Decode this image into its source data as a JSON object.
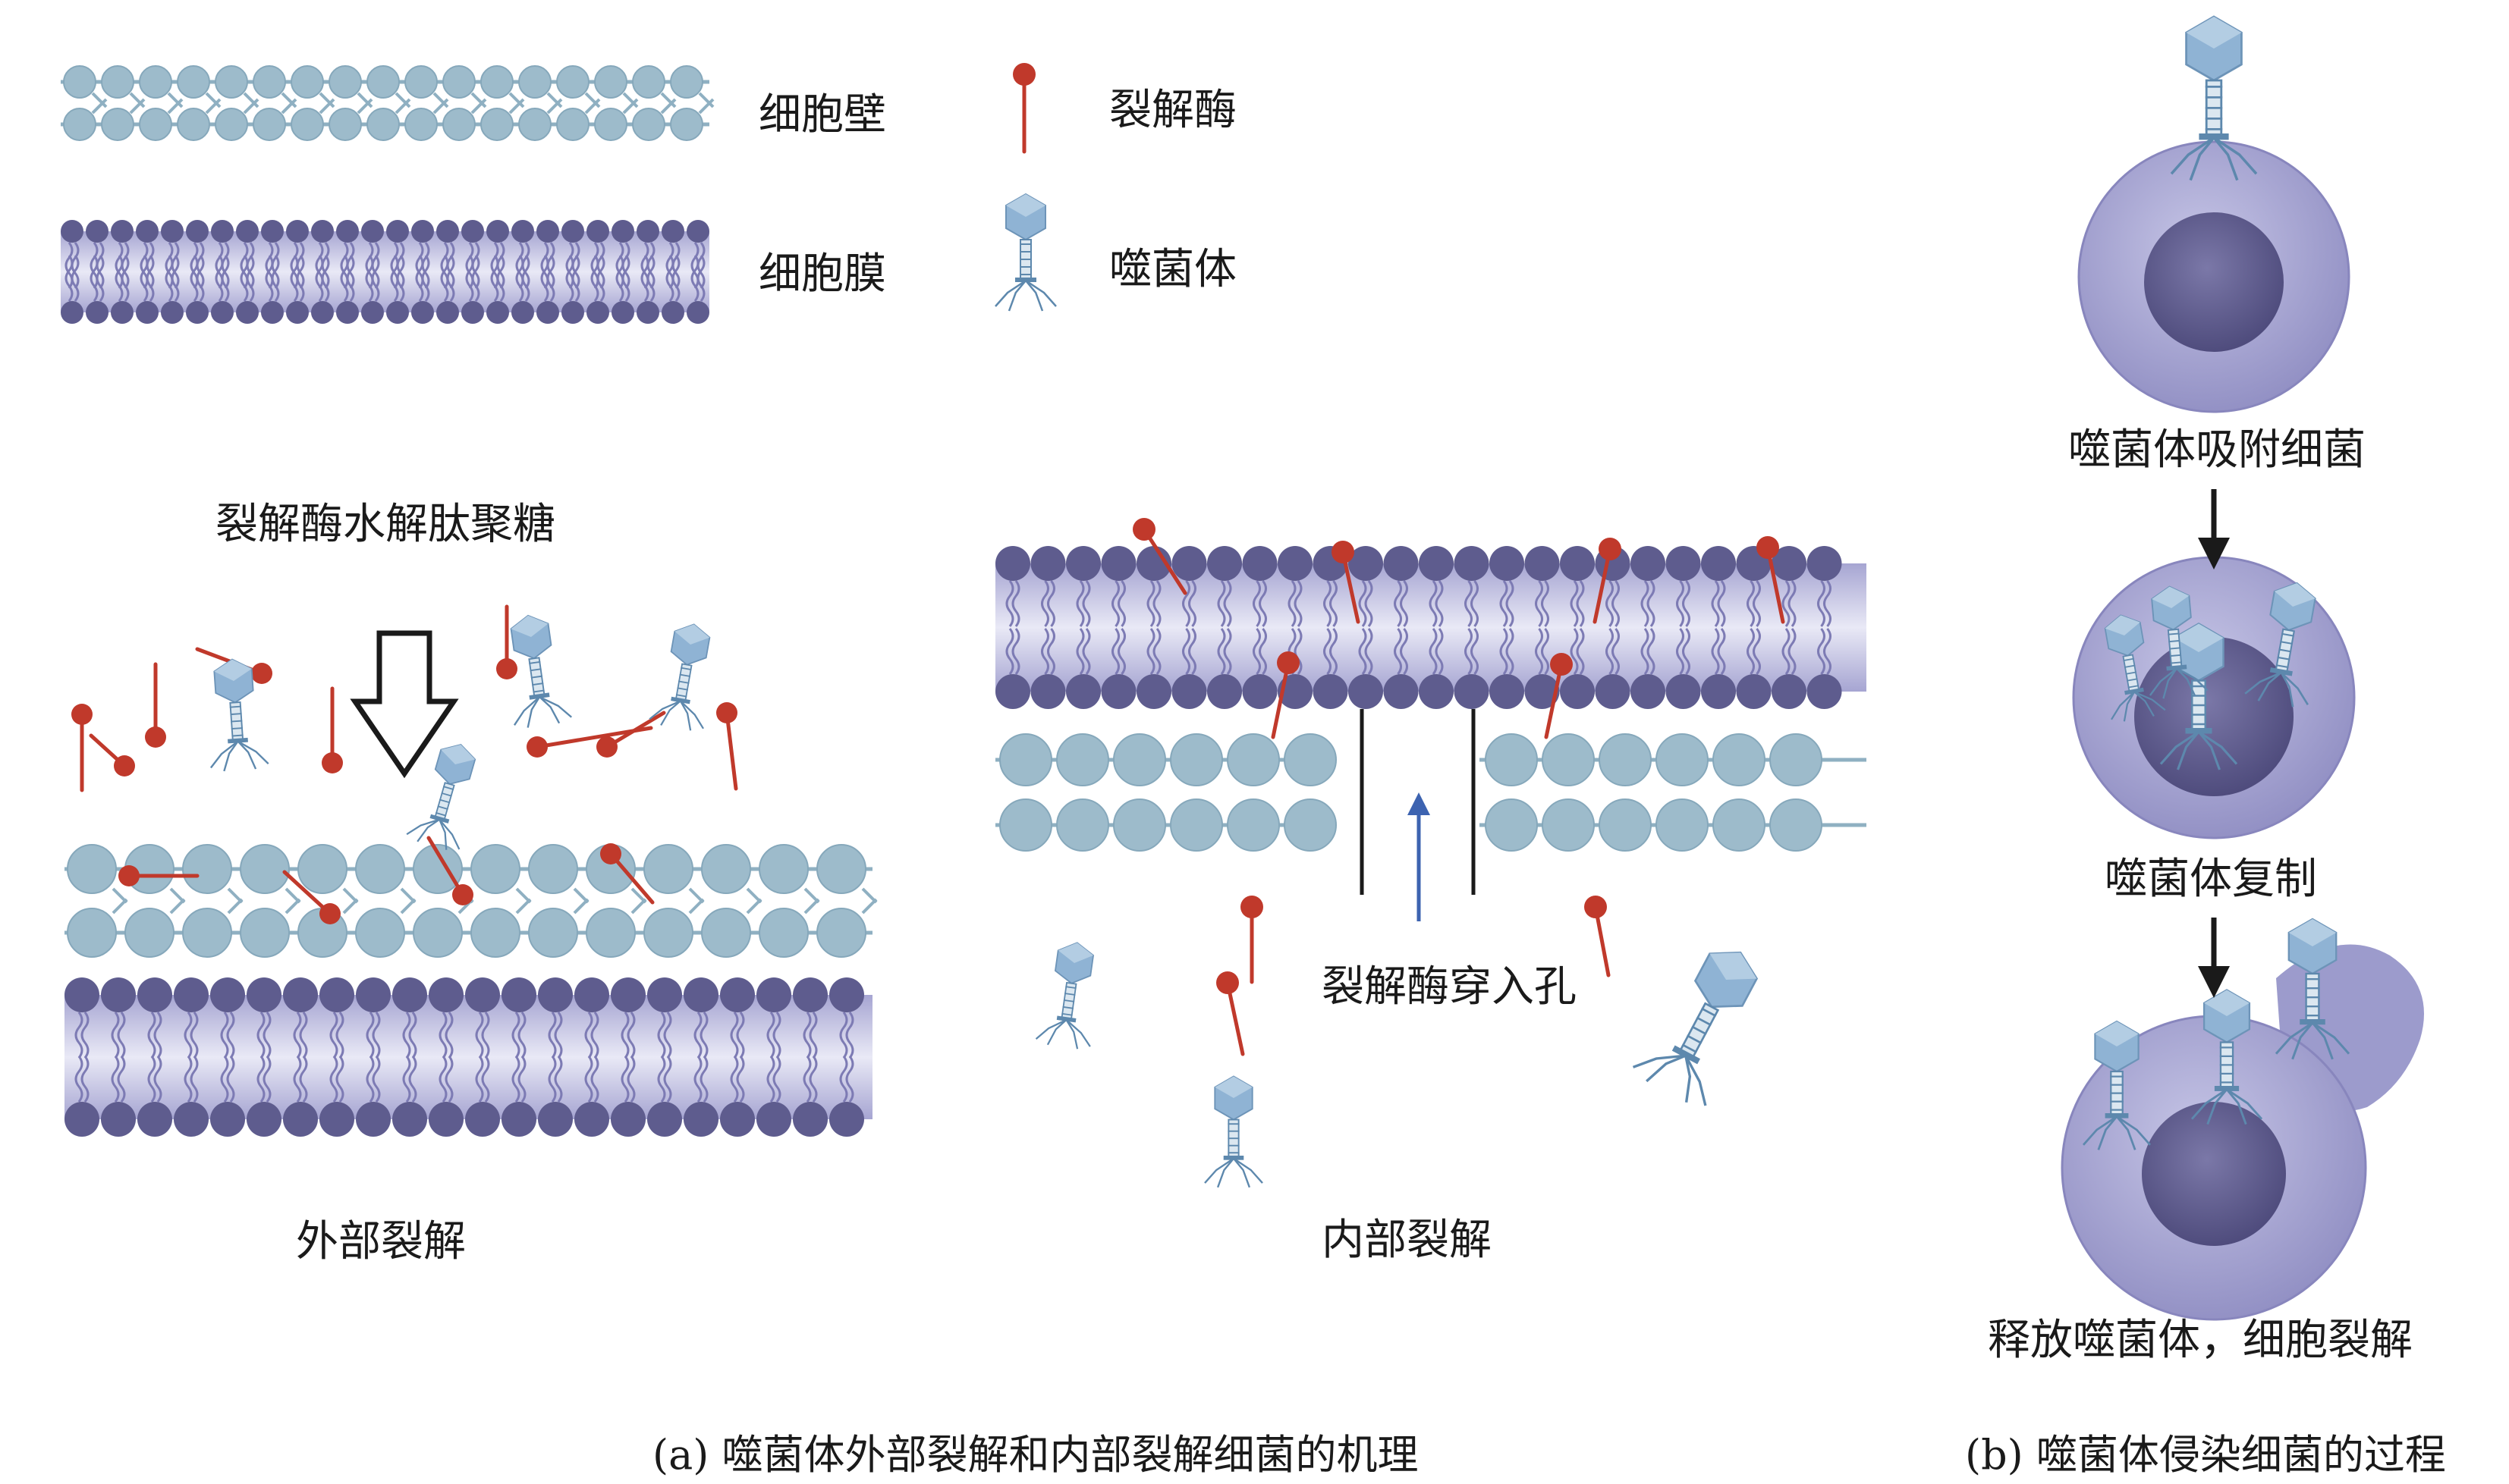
{
  "legend": {
    "cell_wall": "细胞壁",
    "cell_membrane": "细胞膜",
    "lysin": "裂解酶",
    "phage": "噬菌体"
  },
  "panel_a": {
    "peptidoglycan_hydrolysis": "裂解酶水解肽聚糖",
    "external_lysis": "外部裂解",
    "pore_entry": "裂解酶穿入孔",
    "internal_lysis": "内部裂解",
    "caption": "(a) 噬菌体外部裂解和内部裂解细菌的机理"
  },
  "panel_b": {
    "step1": "噬菌体吸附细菌",
    "step2": "噬菌体复制",
    "step3": "释放噬菌体，细胞裂解",
    "caption": "(b) 噬菌体侵染细菌的过程"
  },
  "colors": {
    "wall_circle": "#9dbbcb",
    "wall_line": "#8fb0c2",
    "membrane_head": "#5e5c8e",
    "membrane_body": "#b6b5dc",
    "membrane_tail": "#7d7bb4",
    "lysin": "#c0392b",
    "phage_head": "#8fb3d4",
    "phage_tail": "#5d88ad",
    "cell_body": "#a9a8d4",
    "nucleus": "#6a6794",
    "arrow": "#1a1a1a",
    "pore_arrow": "#3d63b0"
  },
  "icons": [
    "down-outline-arrow-icon",
    "down-arrow-icon",
    "up-arrow-icon"
  ]
}
